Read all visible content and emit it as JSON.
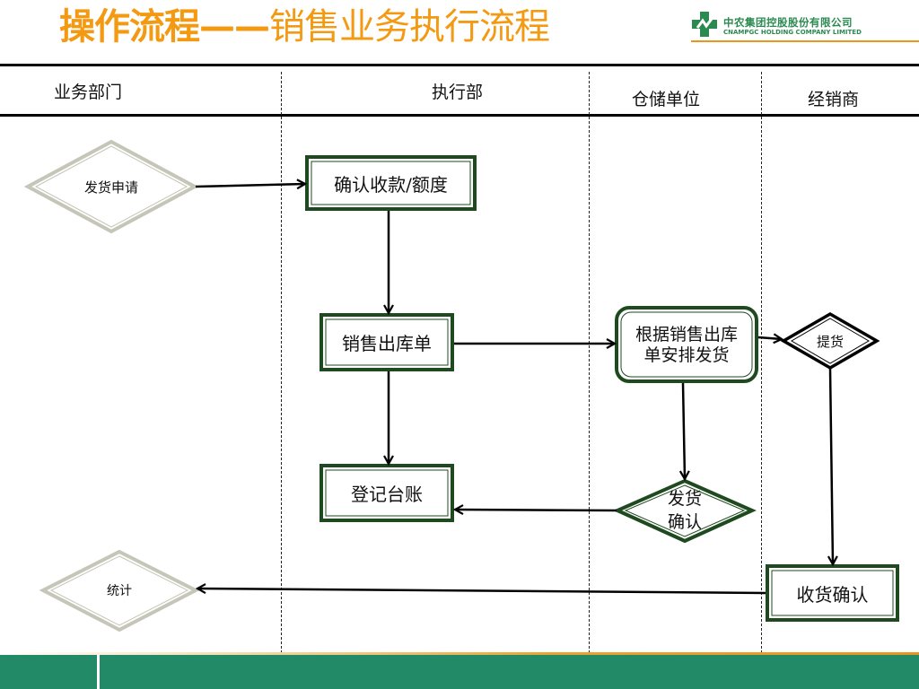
{
  "header": {
    "title_bold": "操作流程——",
    "title_rest": "销售业务执行流程",
    "company_cn": "中农集团控股股份有限公司",
    "company_en": "CNAMPGC HOLDING COMPANY LIMITED"
  },
  "lanes": [
    {
      "label": "业务部门"
    },
    {
      "label": "执行部"
    },
    {
      "label": "仓储单位"
    },
    {
      "label": "经销商"
    }
  ],
  "nodes": {
    "ship_request": {
      "label": "发货申请",
      "shape": "diamond",
      "lane": "业务部门"
    },
    "confirm_payment": {
      "label": "确认收款/额度",
      "shape": "rect",
      "lane": "执行部"
    },
    "sales_outbound": {
      "label": "销售出库单",
      "shape": "rect",
      "lane": "执行部"
    },
    "arrange_shipping": {
      "label": "根据销售出库单安排发货",
      "shape": "rounded-rect",
      "lane": "仓储单位"
    },
    "pickup": {
      "label": "提货",
      "shape": "diamond",
      "lane": "经销商"
    },
    "register_ledger": {
      "label": "登记台账",
      "shape": "rect",
      "lane": "执行部"
    },
    "ship_confirm": {
      "label": "发货确认",
      "line1": "发货",
      "line2": "确认",
      "shape": "diamond",
      "lane": "仓储单位"
    },
    "receipt_confirm": {
      "label": "收货确认",
      "shape": "rect",
      "lane": "经销商"
    },
    "statistics": {
      "label": "统计",
      "shape": "diamond",
      "lane": "业务部门"
    }
  },
  "edges": [
    {
      "from": "发货申请",
      "to": "确认收款/额度"
    },
    {
      "from": "确认收款/额度",
      "to": "销售出库单"
    },
    {
      "from": "销售出库单",
      "to": "根据销售出库单安排发货"
    },
    {
      "from": "销售出库单",
      "to": "登记台账"
    },
    {
      "from": "根据销售出库单安排发货",
      "to": "提货"
    },
    {
      "from": "根据销售出库单安排发货",
      "to": "发货确认"
    },
    {
      "from": "发货确认",
      "to": "登记台账"
    },
    {
      "from": "提货",
      "to": "收货确认"
    },
    {
      "from": "收货确认",
      "to": "统计"
    }
  ],
  "colors": {
    "title_orange": "#f39a12",
    "box_border_green": "#1f4a1f",
    "footer_green": "#228a67",
    "accent_orange": "#e8961e",
    "diamond_gray": "#c8c8bc"
  }
}
